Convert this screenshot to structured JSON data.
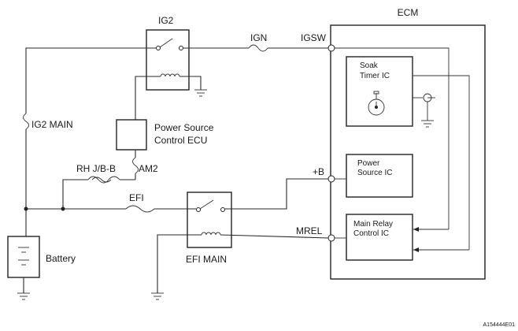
{
  "labels": {
    "ecm": "ECM",
    "ig2": "IG2",
    "ign": "IGN",
    "igsw": "IGSW",
    "ig2_main": "IG2 MAIN",
    "power_source_control_ecu_line1": "Power Source",
    "power_source_control_ecu_line2": "Control ECU",
    "rh_jb_b": "RH J/B-B",
    "am2": "AM2",
    "plus_b": "+B",
    "efi": "EFI",
    "efi_main": "EFI MAIN",
    "mrel": "MREL",
    "battery": "Battery",
    "soak_timer_line1": "Soak",
    "soak_timer_line2": "Timer IC",
    "power_source_ic_line1": "Power",
    "power_source_ic_line2": "Source IC",
    "main_relay_line1": "Main Relay",
    "main_relay_line2": "Control IC",
    "figure_code": "A154444E01"
  }
}
